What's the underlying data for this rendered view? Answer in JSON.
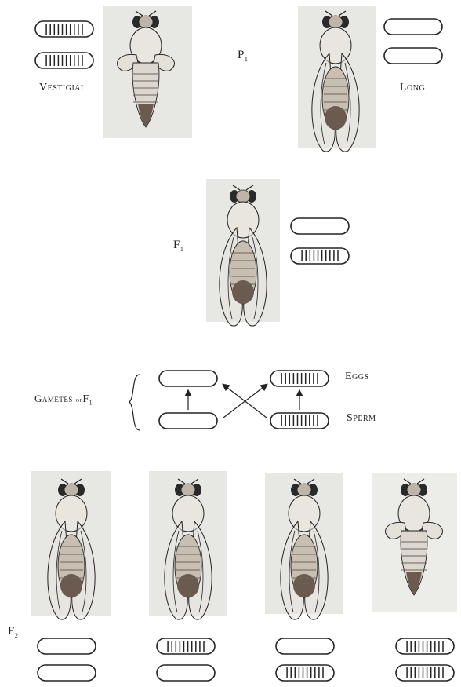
{
  "labels": {
    "vestigial": "Vestigial",
    "long": "Long",
    "p1": "P",
    "p1_sub": "1",
    "f1": "F",
    "f1_sub": "1",
    "f2": "F",
    "f2_sub": "2",
    "gametes_prefix": "Gametes",
    "gametes_of": "of",
    "gametes_f": "F",
    "gametes_sub": "1",
    "eggs": "Eggs",
    "sperm": "Sperm"
  },
  "parents": [
    {
      "phenotype": "vestigial",
      "chromosomes": [
        "vestigial",
        "vestigial"
      ]
    },
    {
      "phenotype": "long",
      "chromosomes": [
        "long",
        "long"
      ]
    }
  ],
  "f1": {
    "phenotype": "long",
    "chromosomes": [
      "long",
      "vestigial"
    ]
  },
  "gametes": {
    "eggs": [
      "long",
      "vestigial"
    ],
    "sperm": [
      "long",
      "vestigial"
    ]
  },
  "f2": [
    {
      "phenotype": "long",
      "chromosomes": [
        "long",
        "long"
      ]
    },
    {
      "phenotype": "long",
      "chromosomes": [
        "vestigial",
        "long"
      ]
    },
    {
      "phenotype": "long",
      "chromosomes": [
        "long",
        "vestigial"
      ]
    },
    {
      "phenotype": "vestigial",
      "chromosomes": [
        "vestigial",
        "vestigial"
      ]
    }
  ],
  "colors": {
    "ink": "#222222",
    "photo_background": "#e7e7e3",
    "body": "#d9d5cc",
    "abdomen_dark": "#6a5a50"
  }
}
